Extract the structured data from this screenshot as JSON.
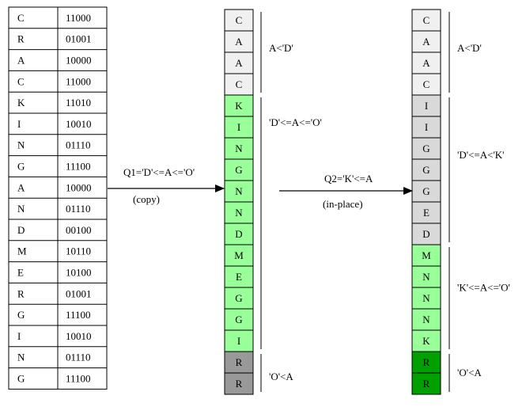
{
  "source_table": {
    "rows": [
      {
        "char": "C",
        "code": "11000"
      },
      {
        "char": "R",
        "code": "01001"
      },
      {
        "char": "A",
        "code": "10000"
      },
      {
        "char": "C",
        "code": "11000"
      },
      {
        "char": "K",
        "code": "11010"
      },
      {
        "char": "I",
        "code": "10010"
      },
      {
        "char": "N",
        "code": "01110"
      },
      {
        "char": "G",
        "code": "11100"
      },
      {
        "char": "A",
        "code": "10000"
      },
      {
        "char": "N",
        "code": "01110"
      },
      {
        "char": "D",
        "code": "00100"
      },
      {
        "char": "M",
        "code": "10110"
      },
      {
        "char": "E",
        "code": "10100"
      },
      {
        "char": "R",
        "code": "01001"
      },
      {
        "char": "G",
        "code": "11100"
      },
      {
        "char": "I",
        "code": "10010"
      },
      {
        "char": "N",
        "code": "01110"
      },
      {
        "char": "G",
        "code": "11100"
      }
    ]
  },
  "colors": {
    "light_gray": "#f0f0f0",
    "mid_gray": "#d9d9d9",
    "dark_gray": "#999999",
    "light_green": "#99ff99",
    "dark_green": "#00a000",
    "border": "#000000"
  },
  "column1": {
    "cells": [
      {
        "char": "C",
        "color": "light_gray"
      },
      {
        "char": "A",
        "color": "light_gray"
      },
      {
        "char": "A",
        "color": "light_gray"
      },
      {
        "char": "C",
        "color": "light_gray"
      },
      {
        "char": "K",
        "color": "light_green"
      },
      {
        "char": "I",
        "color": "light_green"
      },
      {
        "char": "N",
        "color": "light_green"
      },
      {
        "char": "G",
        "color": "light_green"
      },
      {
        "char": "N",
        "color": "light_green"
      },
      {
        "char": "N",
        "color": "light_green"
      },
      {
        "char": "D",
        "color": "light_green"
      },
      {
        "char": "M",
        "color": "light_green"
      },
      {
        "char": "E",
        "color": "light_green"
      },
      {
        "char": "G",
        "color": "light_green"
      },
      {
        "char": "G",
        "color": "light_green"
      },
      {
        "char": "I",
        "color": "light_green"
      },
      {
        "char": "R",
        "color": "dark_gray"
      },
      {
        "char": "R",
        "color": "dark_gray"
      }
    ],
    "brackets": [
      {
        "label": "A<'D'",
        "from": 0,
        "to": 3
      },
      {
        "label": "'D'<=A<='O'",
        "from": 4,
        "to": 15
      },
      {
        "label": "'O'<A",
        "from": 16,
        "to": 17
      }
    ]
  },
  "column2": {
    "cells": [
      {
        "char": "C",
        "color": "light_gray"
      },
      {
        "char": "A",
        "color": "light_gray"
      },
      {
        "char": "A",
        "color": "light_gray"
      },
      {
        "char": "C",
        "color": "light_gray"
      },
      {
        "char": "I",
        "color": "mid_gray"
      },
      {
        "char": "I",
        "color": "mid_gray"
      },
      {
        "char": "G",
        "color": "mid_gray"
      },
      {
        "char": "G",
        "color": "mid_gray"
      },
      {
        "char": "G",
        "color": "mid_gray"
      },
      {
        "char": "E",
        "color": "mid_gray"
      },
      {
        "char": "D",
        "color": "mid_gray"
      },
      {
        "char": "M",
        "color": "light_green"
      },
      {
        "char": "N",
        "color": "light_green"
      },
      {
        "char": "N",
        "color": "light_green"
      },
      {
        "char": "N",
        "color": "light_green"
      },
      {
        "char": "K",
        "color": "light_green"
      },
      {
        "char": "R",
        "color": "dark_green"
      },
      {
        "char": "R",
        "color": "dark_green"
      }
    ],
    "brackets": [
      {
        "label": "A<'D'",
        "from": 0,
        "to": 3
      },
      {
        "label": "'D'<=A<'K'",
        "from": 4,
        "to": 10
      },
      {
        "label": "'K'<=A<='O'",
        "from": 11,
        "to": 15
      },
      {
        "label": "'O'<A",
        "from": 16,
        "to": 17
      }
    ]
  },
  "arrow1": {
    "query": "Q1='D'<=A<='O'",
    "mode": "(copy)"
  },
  "arrow2": {
    "query": "Q2='K'<=A",
    "mode": "(in-place)"
  }
}
